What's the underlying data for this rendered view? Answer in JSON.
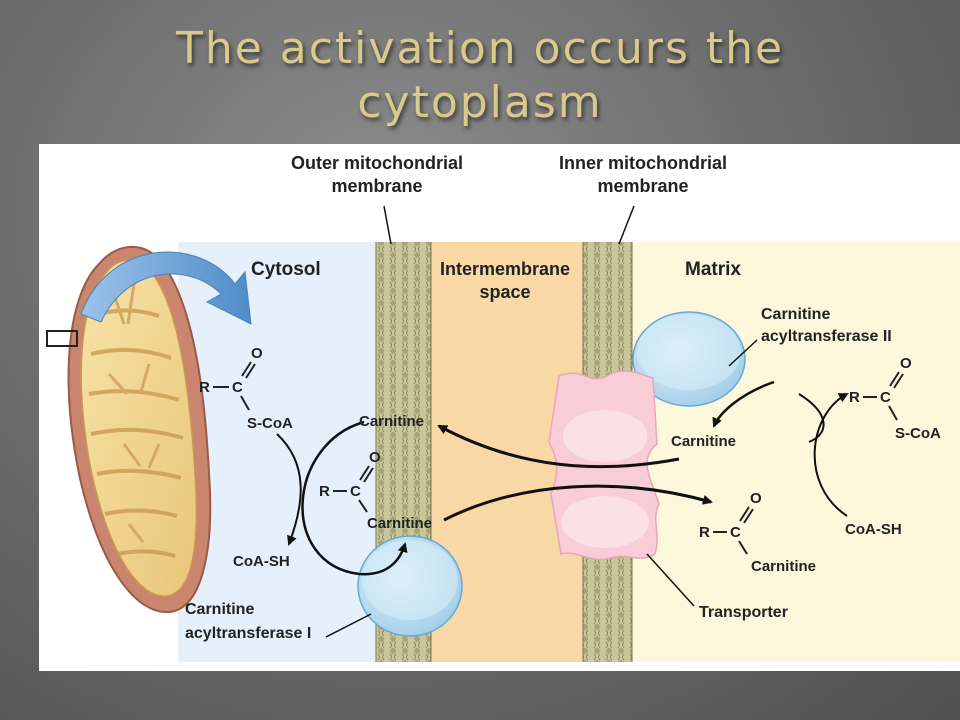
{
  "slide": {
    "title": "The activation occurs the cytoplasm"
  },
  "diagram": {
    "labels": {
      "outer_membrane_line1": "Outer mitochondrial",
      "outer_membrane_line2": "membrane",
      "inner_membrane_line1": "Inner mitochondrial",
      "inner_membrane_line2": "membrane",
      "cytosol": "Cytosol",
      "intermembrane_line1": "Intermembrane",
      "intermembrane_line2": "space",
      "matrix": "Matrix",
      "cat2_line1": "Carnitine",
      "cat2_line2": "acyltransferase II",
      "cat1_line1": "Carnitine",
      "cat1_line2": "acyltransferase I",
      "transporter": "Transporter"
    },
    "molecules": {
      "acyl_r": "R",
      "acyl_c": "C",
      "acyl_o": "O",
      "s_coa": "S-CoA",
      "coa_sh": "CoA-SH",
      "carnitine": "Carnitine"
    },
    "colors": {
      "cytosol": "#e6f0fb",
      "intermembrane": "#f8d9a6",
      "matrix": "#fdf8dc",
      "membrane": "#b9b98c",
      "enzyme": "#bfe0f3",
      "transporter": "#f8cdd8",
      "arrow_blue": "#5b97cf"
    }
  }
}
